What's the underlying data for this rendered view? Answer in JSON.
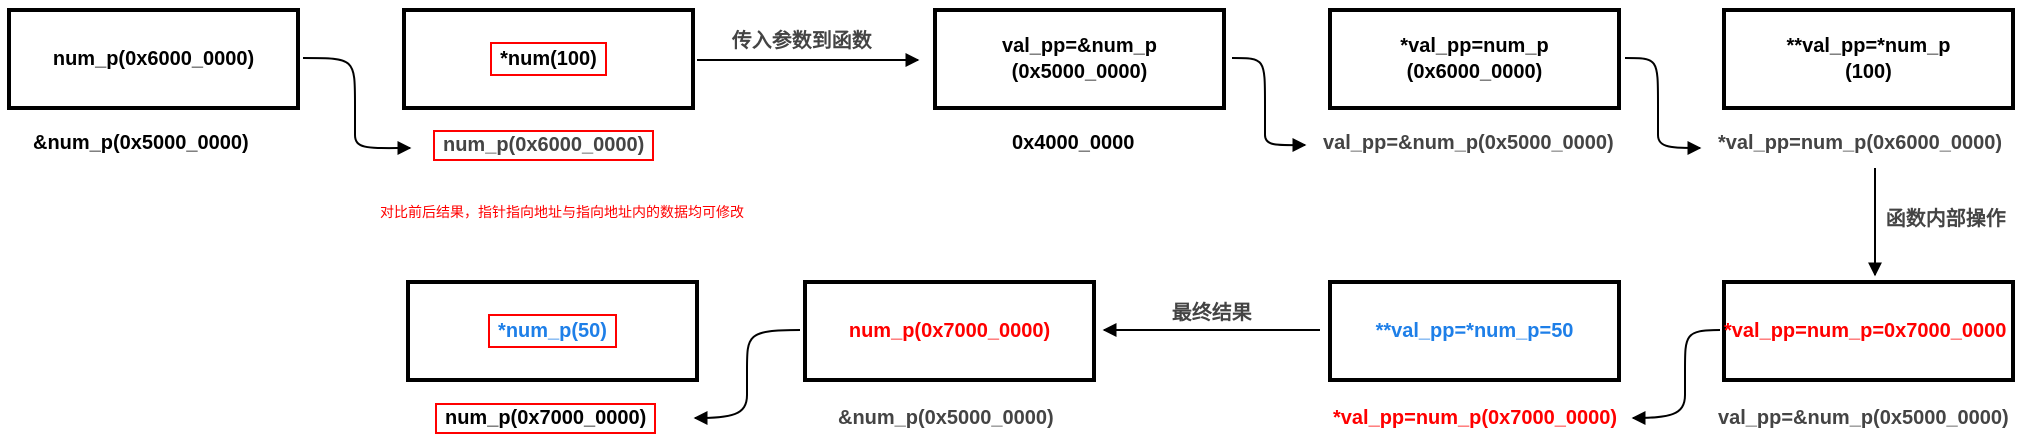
{
  "top": {
    "b1": "num_p(0x6000_0000)",
    "l1": "&num_p(0x5000_0000)",
    "b2": "*num(100)",
    "l2": "num_p(0x6000_0000)",
    "b3a": "val_pp=&num_p",
    "b3b": "(0x5000_0000)",
    "l3": "0x4000_0000",
    "b4a": "*val_pp=num_p",
    "b4b": "(0x6000_0000)",
    "l4": "val_pp=&num_p(0x5000_0000)",
    "b5a": "**val_pp=*num_p",
    "b5b": "(100)",
    "l5": "*val_pp=num_p(0x6000_0000)"
  },
  "edges": {
    "pass": "传入参数到函数",
    "inner": "函数内部操作",
    "final": "最终结果"
  },
  "note": "对比前后结果，指针指向地址与指向地址内的数据均可修改",
  "bottom": {
    "b6": "*num_p(50)",
    "l6": "num_p(0x7000_0000)",
    "b7": "num_p(0x7000_0000)",
    "l7": "&num_p(0x5000_0000)",
    "b8": "**val_pp=*num_p=50",
    "l8": "*val_pp=num_p(0x7000_0000)",
    "b9": "*val_pp=num_p=0x7000_0000",
    "l9": "val_pp=&num_p(0x5000_0000)"
  },
  "colors": {
    "red": "#ff0000",
    "blue": "#1e7fe8",
    "black": "#000000",
    "gray": "#444444"
  }
}
